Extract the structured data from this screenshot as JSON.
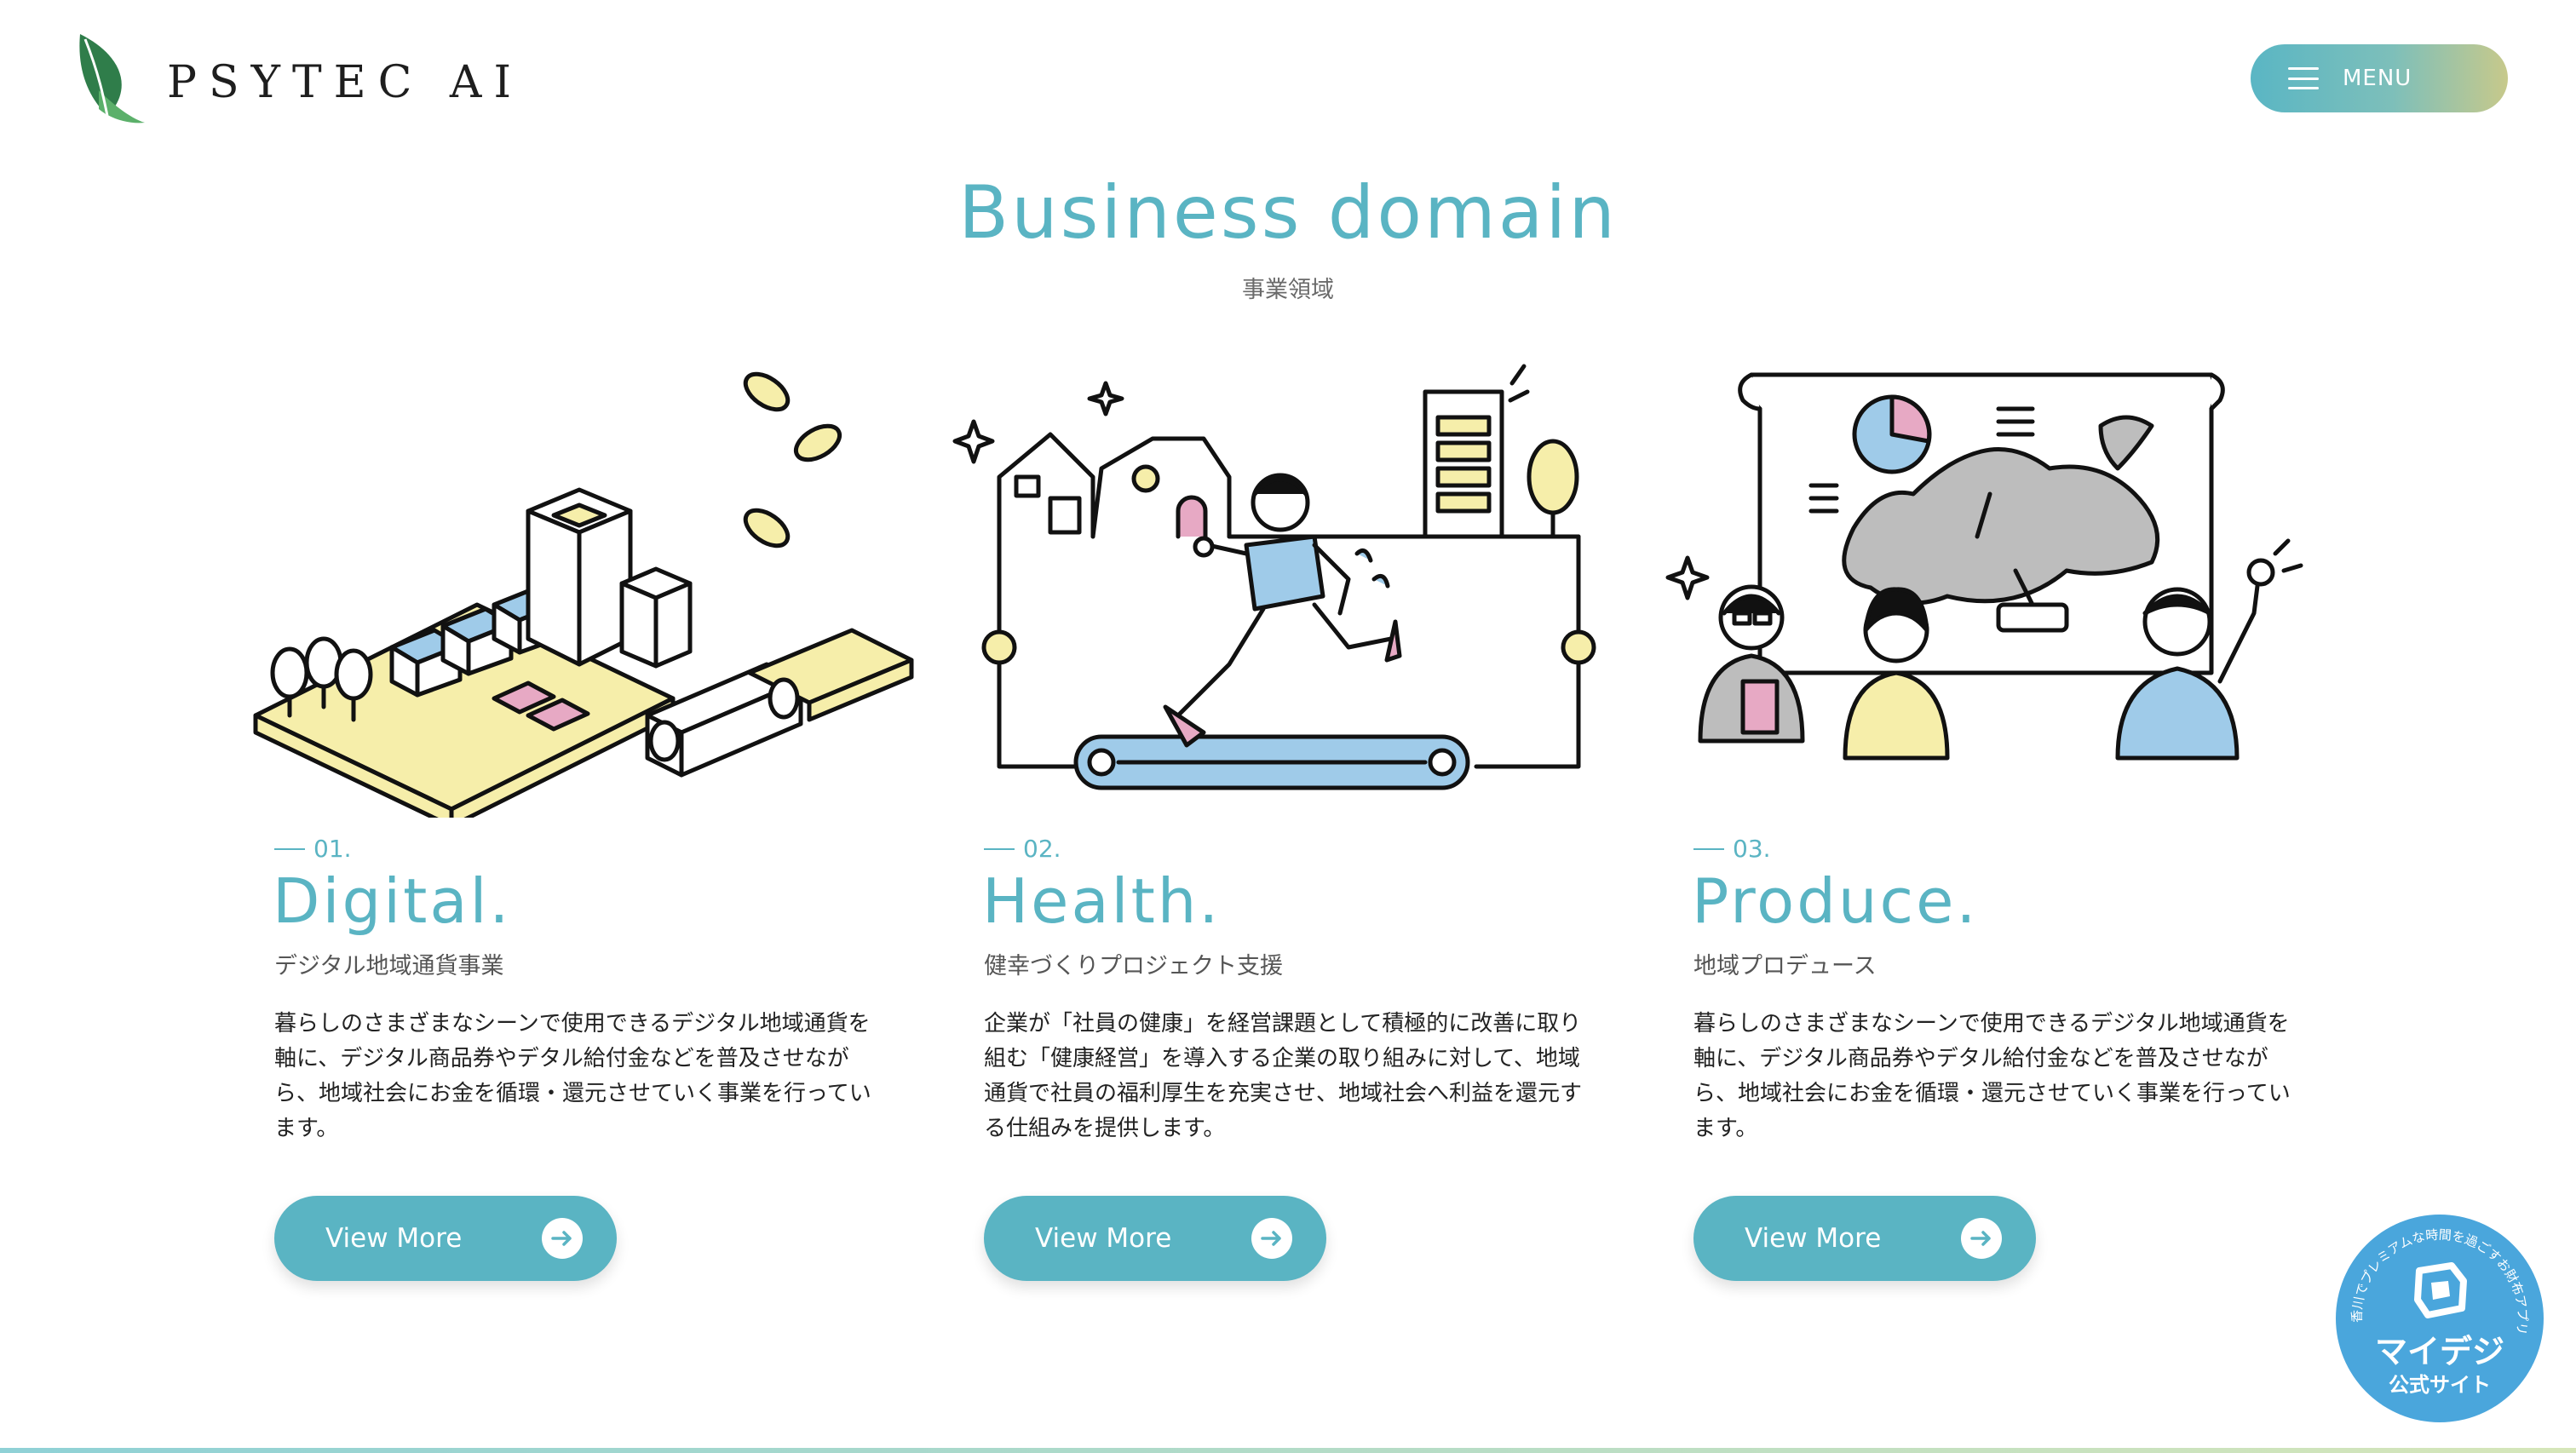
{
  "header": {
    "logo_text": "PSYTEC AI",
    "menu_label": "MENU"
  },
  "section": {
    "title": "Business domain",
    "subtitle": "事業領域"
  },
  "cards": [
    {
      "number": "01.",
      "title": "Digital.",
      "subtitle": "デジタル地域通貨事業",
      "description": "暮らしのさまざまなシーンで使用できるデジタル地域通貨を軸に、デジタル商品券やデタル給付金などを普及させながら、地域社会にお金を循環・還元させていく事業を行っています。",
      "button_label": "View More",
      "illustration_icon": "isometric-town-coins-icon"
    },
    {
      "number": "02.",
      "title": "Health.",
      "subtitle": "健幸づくりプロジェクト支援",
      "description": "企業が「社員の健康」を経営課題として積極的に改善に取り組む「健康経営」を導入する企業の取り組みに対して、地域通貨で社員の福利厚生を充実させ、地域社会へ利益を還元する仕組みを提供します。",
      "button_label": "View More",
      "illustration_icon": "runner-treadmill-icon"
    },
    {
      "number": "03.",
      "title": "Produce.",
      "subtitle": "地域プロデュース",
      "description": "暮らしのさまざまなシーンで使用できるデジタル地域通貨を軸に、デジタル商品券やデタル給付金などを普及させながら、地域社会にお金を循環・還元させていく事業を行っています。",
      "button_label": "View More",
      "illustration_icon": "team-map-presentation-icon"
    }
  ],
  "badge": {
    "ring_text": "香川でプレミアムな時間を過ごすお財布アプリ",
    "name": "マイデジ",
    "official": "公式サイト"
  },
  "colors": {
    "accent": "#5ab4c3",
    "menu_gradient_end": "#c7c98b",
    "badge": "#4aa6dc",
    "illus_yellow": "#f6eeaa",
    "illus_blue": "#9fcbe9",
    "illus_pink": "#e7a9c4",
    "illus_gray": "#bdbdbd"
  }
}
